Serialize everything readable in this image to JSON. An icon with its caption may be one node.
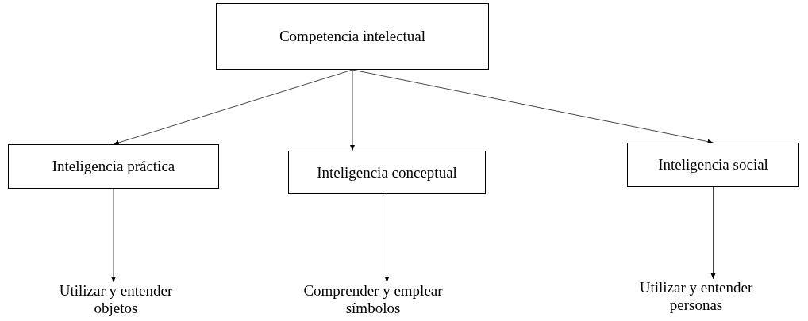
{
  "diagram": {
    "nodes": [
      {
        "text": [
          "Competencia intelectual"
        ]
      },
      {
        "text": [
          "Inteligencia práctica"
        ]
      },
      {
        "text": [
          "Inteligencia conceptual"
        ]
      },
      {
        "text": [
          "Inteligencia social"
        ]
      },
      {
        "text": [
          "Utilizar y entender objetos"
        ]
      },
      {
        "text": [
          "Comprender y emplear símbolos"
        ]
      },
      {
        "text": [
          "Utilizar y entender personas"
        ]
      }
    ],
    "edges": [
      {
        "from": 0,
        "to": 1,
        "arrow": "to"
      },
      {
        "from": 0,
        "to": 2,
        "arrow": "to"
      },
      {
        "from": 0,
        "to": 3,
        "arrow": "to"
      },
      {
        "from": 1,
        "to": 4,
        "arrow": "to"
      },
      {
        "from": 2,
        "to": 5,
        "arrow": "to"
      },
      {
        "from": 3,
        "to": 6,
        "arrow": "to"
      }
    ]
  }
}
